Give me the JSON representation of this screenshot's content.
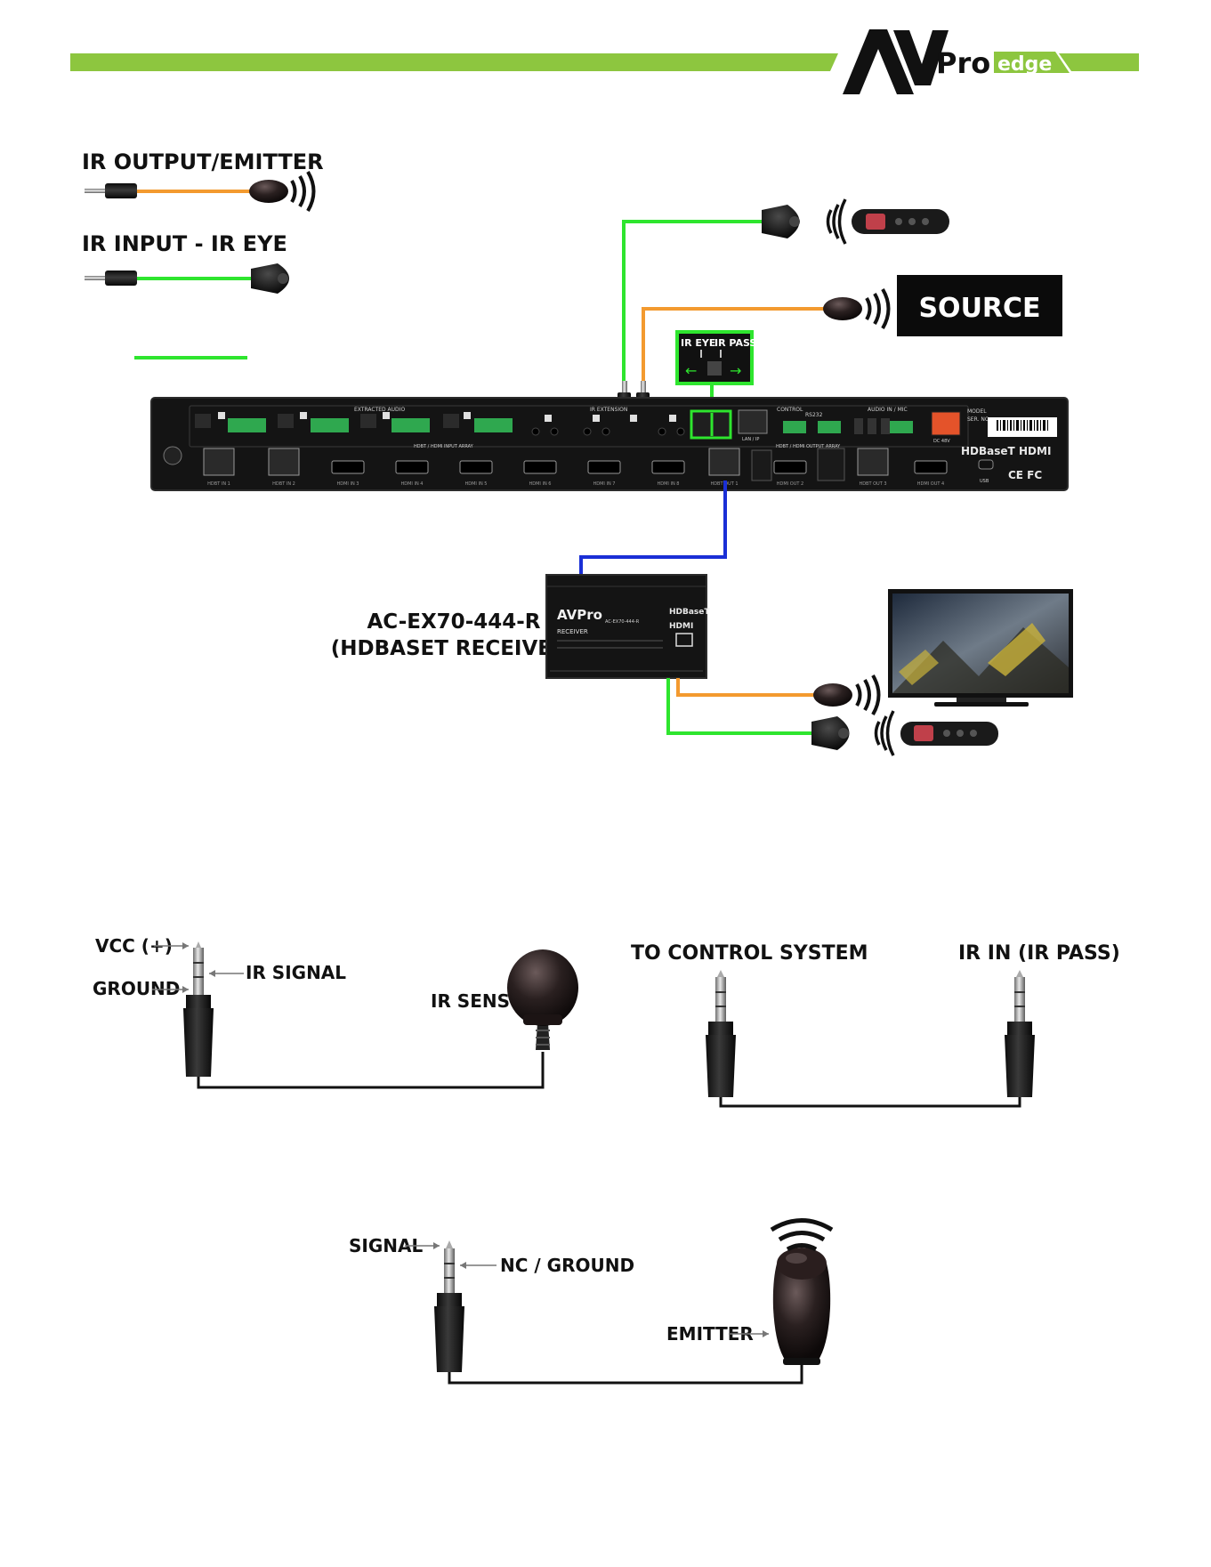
{
  "brand": {
    "logo_text": "AVProedge",
    "colors": {
      "green": "#8dc63f",
      "ir_green": "#2ee52e",
      "ir_orange": "#f39a2f",
      "hdbaset_blue": "#1a2fd6",
      "black": "#111111"
    }
  },
  "legend": {
    "ir_output_title": "IR OUTPUT/EMITTER",
    "ir_input_title": "IR INPUT - IR EYE"
  },
  "diagram": {
    "source_label": "SOURCE",
    "switch_ir_eye": "IR EYE",
    "switch_ir_pass": "IR PASS",
    "receiver_label_1": "AC-EX70-444-R",
    "receiver_label_2": "(HDBASET RECEIVER)",
    "matrix_labels": {
      "extracted_audio": "EXTRACTED AUDIO",
      "ir_extension": "IR EXTENSION",
      "control": "CONTROL",
      "rs232": "RS232",
      "audio_in_mic": "AUDIO IN / MIC",
      "model": "MODEL",
      "ser_no": "SER. NO.",
      "input_array": "HDBT / HDMI INPUT ARRAY",
      "output_array": "HDBT / HDMI OUTPUT ARRAY",
      "lan_ip": "LAN / IP",
      "usb": "USB",
      "power": "DC 48V",
      "hdbt_brand": "HDBaseT",
      "hdmi_brand": "HDMI",
      "ce_fcc": "CE FC",
      "ports": [
        "HDBT IN 1",
        "HDBT IN 2",
        "HDMI IN 3",
        "HDMI IN 4",
        "HDMI IN 5",
        "HDMI IN 6",
        "HDMI IN 7",
        "HDMI IN 8",
        "HDBT OUT 1",
        "HDMI OUT 2",
        "HDBT OUT 3",
        "HDMI OUT 4"
      ]
    },
    "receiver_labels": {
      "brand": "AVPro",
      "model": "AC-EX70-444-R",
      "role": "RECEIVER",
      "hdbt": "HDBaseT",
      "hdmi": "HDMI"
    }
  },
  "detail": {
    "vcc": "VCC (+)",
    "ir_signal": "IR SIGNAL",
    "ground": "GROUND",
    "ir_sensor": "IR SENSOR",
    "to_control": "TO CONTROL SYSTEM",
    "ir_in_pass": "IR IN (IR PASS)",
    "signal": "SIGNAL",
    "nc_ground": "NC / GROUND",
    "emitter": "EMITTER"
  }
}
